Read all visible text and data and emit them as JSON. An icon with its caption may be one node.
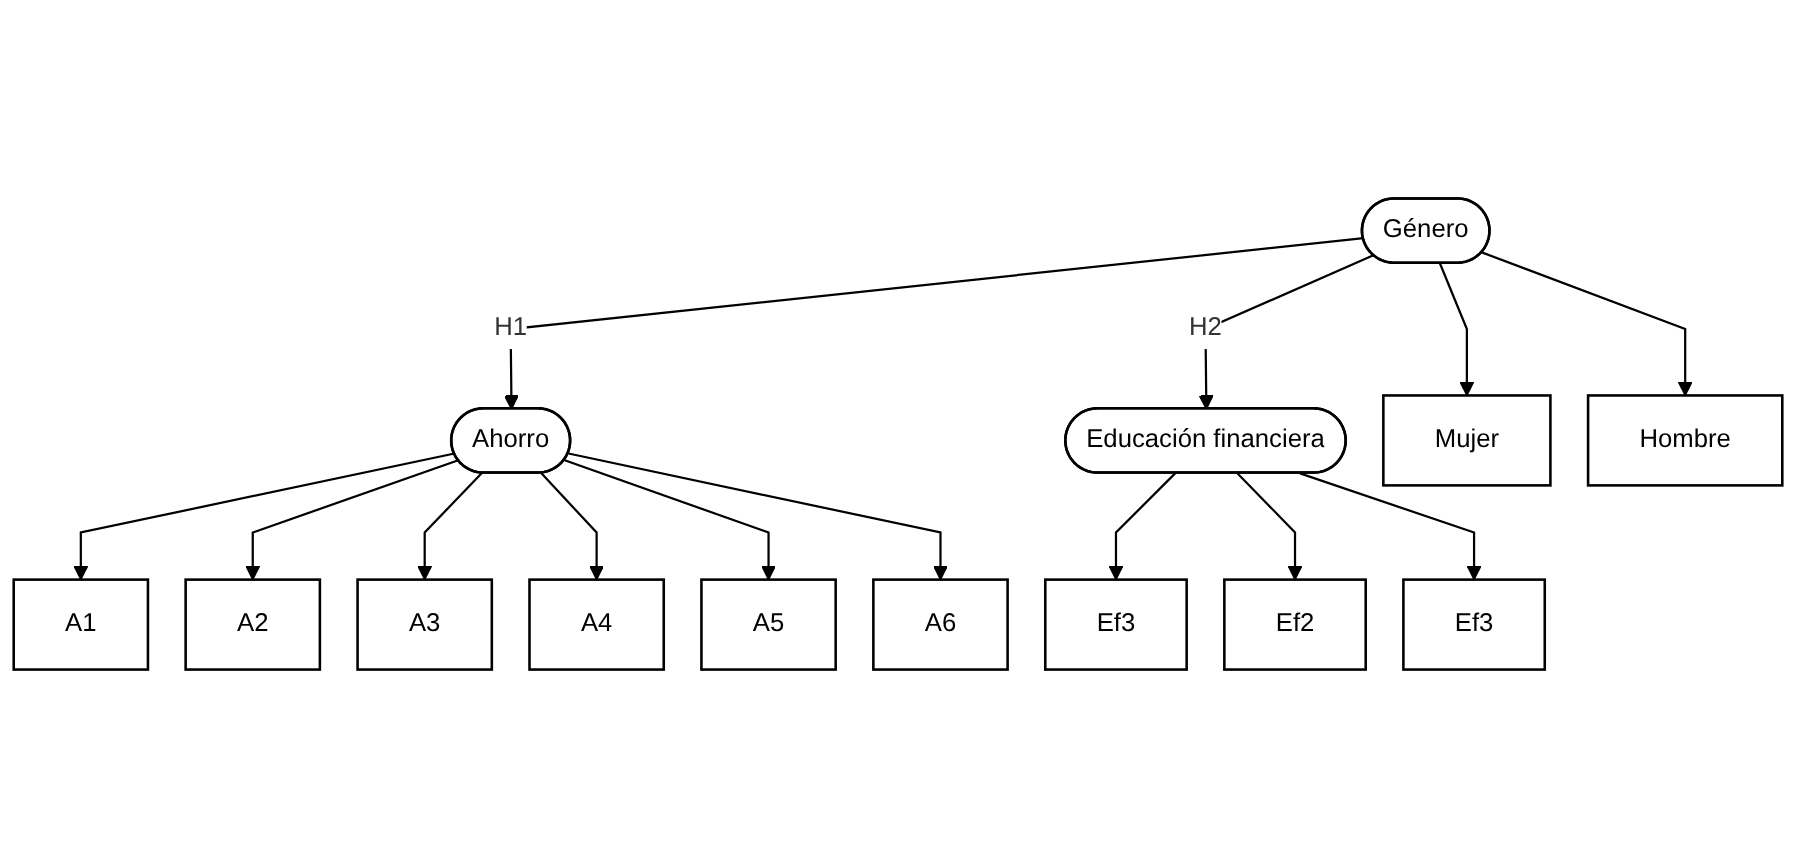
{
  "diagram": {
    "nodes": [
      {
        "text": [
          "Género"
        ]
      },
      {
        "text": [
          "Mujer"
        ]
      },
      {
        "text": [
          "Hombre"
        ]
      },
      {
        "text": [
          "Ahorro"
        ]
      },
      {
        "text": [
          "Educación financiera"
        ]
      },
      {
        "text": [
          "A1"
        ]
      },
      {
        "text": [
          "A2"
        ]
      },
      {
        "text": [
          "A3"
        ]
      },
      {
        "text": [
          "A4"
        ]
      },
      {
        "text": [
          "A5"
        ]
      },
      {
        "text": [
          "A6"
        ]
      },
      {
        "text": [
          "Ef3"
        ]
      },
      {
        "text": [
          "Ef2"
        ]
      },
      {
        "text": [
          "Ef3"
        ]
      }
    ],
    "edges": [
      {
        "from": 0,
        "to": 1,
        "arrow": "to"
      },
      {
        "from": 0,
        "to": 2,
        "arrow": "to"
      },
      {
        "from": 0,
        "to": 3,
        "arrow": "to",
        "label": "H1"
      },
      {
        "from": 0,
        "to": 4,
        "arrow": "to",
        "label": "H2"
      },
      {
        "from": 3,
        "to": 5,
        "arrow": "to"
      },
      {
        "from": 3,
        "to": 6,
        "arrow": "to"
      },
      {
        "from": 3,
        "to": 7,
        "arrow": "to"
      },
      {
        "from": 3,
        "to": 8,
        "arrow": "to"
      },
      {
        "from": 3,
        "to": 9,
        "arrow": "to"
      },
      {
        "from": 3,
        "to": 10,
        "arrow": "to"
      },
      {
        "from": 4,
        "to": 11,
        "arrow": "to"
      },
      {
        "from": 4,
        "to": 12,
        "arrow": "to"
      },
      {
        "from": 4,
        "to": 13,
        "arrow": "to"
      }
    ]
  }
}
